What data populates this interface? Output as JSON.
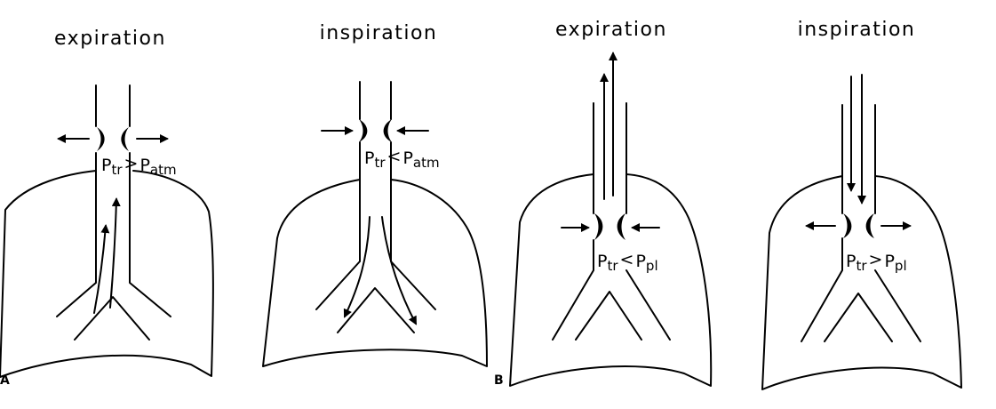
{
  "panels": [
    {
      "title": "expiration",
      "label": {
        "P": "P",
        "sub1": "tr",
        "op": ">",
        "P2": "P",
        "sub2": "atm"
      }
    },
    {
      "title": "inspiration",
      "label": {
        "P": "P",
        "sub1": "tr",
        "op": "<",
        "P2": "P",
        "sub2": "atm"
      }
    },
    {
      "title": "expiration",
      "label": {
        "P": "P",
        "sub1": "tr",
        "op": "<",
        "P2": "P",
        "sub2": "pl"
      }
    },
    {
      "title": "inspiration",
      "label": {
        "P": "P",
        "sub1": "tr",
        "op": ">",
        "P2": "P",
        "sub2": "pl"
      }
    }
  ],
  "section_labels": {
    "a": "A",
    "b": "B"
  }
}
